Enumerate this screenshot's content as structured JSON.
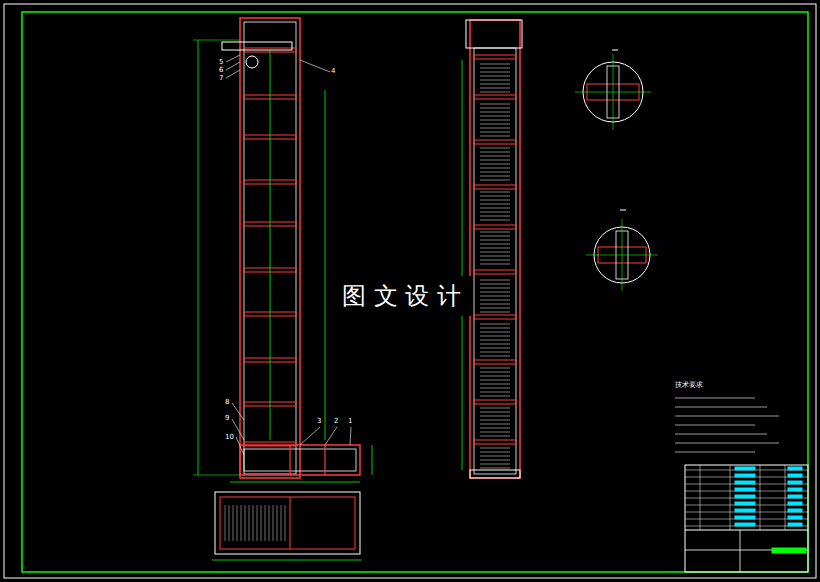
{
  "diagram": {
    "labels": [
      "5",
      "6",
      "7",
      "4",
      "8",
      "9",
      "10",
      "3",
      "2",
      "1",
      "图 文 设 计",
      "技术要求"
    ]
  }
}
